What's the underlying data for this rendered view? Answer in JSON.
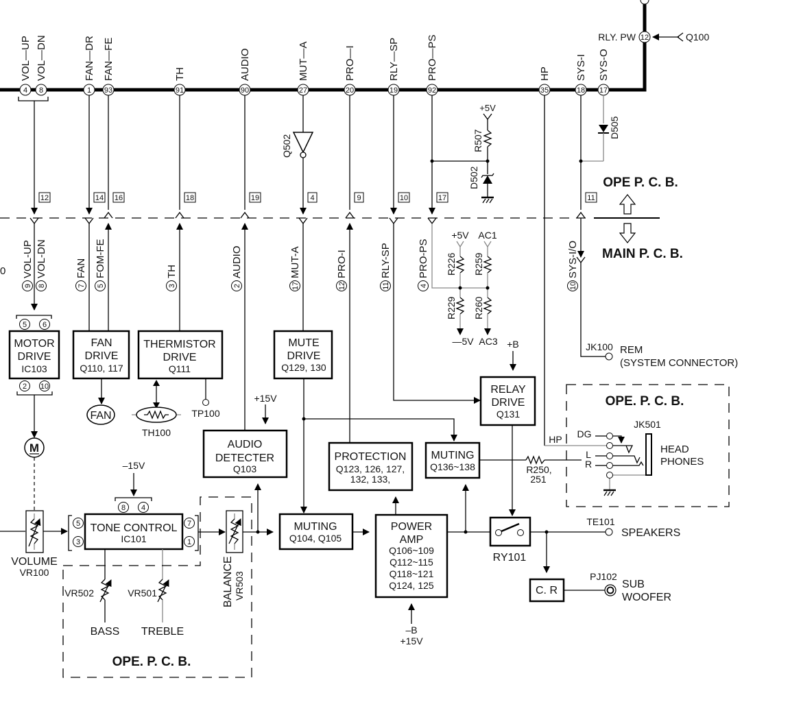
{
  "bus_signals": [
    {
      "pin": "4",
      "label": "VOL—UP"
    },
    {
      "pin": "8",
      "label": "VOL—DN"
    },
    {
      "pin": "1",
      "label": "FAN—DR"
    },
    {
      "pin": "93",
      "label": "FAN—FE"
    },
    {
      "pin": "91",
      "label": "TH"
    },
    {
      "pin": "90",
      "label": "AUDIO"
    },
    {
      "pin": "27",
      "label": "MUT—A"
    },
    {
      "pin": "20",
      "label": "PRO—I"
    },
    {
      "pin": "19",
      "label": "RLY—SP"
    },
    {
      "pin": "92",
      "label": "PRO—PS"
    },
    {
      "pin": "35",
      "label": "HP"
    },
    {
      "pin": "18",
      "label": "SYS-I"
    },
    {
      "pin": "17",
      "label": "SYS-O"
    }
  ],
  "relay_power": {
    "label": "RLY. PW",
    "pin": "12",
    "source": "Q100"
  },
  "connector_numbers": [
    "12",
    "14",
    "16",
    "18",
    "19",
    "4",
    "9",
    "10",
    "17",
    "11"
  ],
  "main_signals": [
    {
      "pin": "9",
      "label": "VOL-UP"
    },
    {
      "pin": "8",
      "label": "VOL-DN"
    },
    {
      "pin": "7",
      "label": "FAN"
    },
    {
      "pin": "5",
      "label": "FOM-FE"
    },
    {
      "pin": "3",
      "label": "TH"
    },
    {
      "pin": "2",
      "label": "AUDIO"
    },
    {
      "pin": "17",
      "label": "MUT-A"
    },
    {
      "pin": "12",
      "label": "PRO-I"
    },
    {
      "pin": "11",
      "label": "RLY-SP"
    },
    {
      "pin": "4",
      "label": "PRO-PS"
    },
    {
      "pin": "10",
      "label": "SYS-I/O"
    }
  ],
  "edge_fragment": "0",
  "components": {
    "q502": "Q502",
    "r507": "R507",
    "d502": "D502",
    "d505": "D505",
    "plus5v": "+5V",
    "r226": "R226",
    "r259": "R259",
    "r229": "R229",
    "r260": "R260",
    "ac1": "AC1",
    "ac3": "AC3",
    "minus5v": "—5V",
    "plus_b": "+B",
    "plus15v": "+15V",
    "minus15v": "–15V",
    "minus_b": "–B",
    "tp100": "TP100",
    "th100": "TH100",
    "fan": "FAN",
    "motor": "M",
    "jk100": "JK100",
    "rem": "REM",
    "rem_sub": "(SYSTEM CONNECTOR)",
    "jk501": "JK501",
    "headphones_1": "HEAD",
    "headphones_2": "PHONES",
    "hp": "HP",
    "dg": "DG",
    "l": "L",
    "r": "R",
    "r250_1": "R250,",
    "r250_2": "251",
    "te101": "TE101",
    "speakers": "SPEAKERS",
    "pj102": "PJ102",
    "sub_1": "SUB",
    "sub_2": "WOOFER",
    "ry101": "RY101",
    "cr": "C. R",
    "volume": "VOLUME",
    "vr100": "VR100",
    "vr502": "VR502",
    "vr501": "VR501",
    "bass": "BASS",
    "treble": "TREBLE",
    "balance": "BALANCE",
    "vr503": "VR503"
  },
  "blocks": {
    "motor_drive": {
      "lines": [
        "MOTOR",
        "DRIVE"
      ],
      "ref": "IC103",
      "pins_top": [
        "5",
        "6"
      ],
      "pins_bottom": [
        "2",
        "10"
      ]
    },
    "fan_drive": {
      "lines": [
        "FAN",
        "DRIVE"
      ],
      "ref": "Q110, 117"
    },
    "thermistor_drive": {
      "lines": [
        "THERMISTOR",
        "DRIVE"
      ],
      "ref": "Q111"
    },
    "mute_drive": {
      "lines": [
        "MUTE",
        "DRIVE"
      ],
      "ref": "Q129, 130"
    },
    "audio_detecter": {
      "lines": [
        "AUDIO",
        "DETECTER"
      ],
      "ref": "Q103"
    },
    "protection": {
      "lines": [
        "PROTECTION"
      ],
      "ref": [
        "Q123, 126, 127,",
        "132, 133,"
      ]
    },
    "muting_hp": {
      "lines": [
        "MUTING"
      ],
      "ref": "Q136~138"
    },
    "relay_drive": {
      "lines": [
        "RELAY",
        "DRIVE"
      ],
      "ref": "Q131"
    },
    "tone_control": {
      "lines": [
        "TONE CONTROL"
      ],
      "ref": "IC101",
      "pins_left": [
        "5",
        "3"
      ],
      "pins_right": [
        "7",
        "1"
      ],
      "pins_top": [
        "8",
        "4"
      ]
    },
    "muting_main": {
      "lines": [
        "MUTING"
      ],
      "ref": "Q104, Q105"
    },
    "power_amp": {
      "lines": [
        "POWER",
        "AMP"
      ],
      "ref": [
        "Q106~109",
        "Q112~115",
        "Q118~121",
        "Q124, 125"
      ]
    }
  },
  "pcb_labels": {
    "ope_top": "OPE P. C. B.",
    "main": "MAIN P. C. B.",
    "ope_right": "OPE. P. C. B.",
    "ope_bottom": "OPE. P. C. B."
  }
}
